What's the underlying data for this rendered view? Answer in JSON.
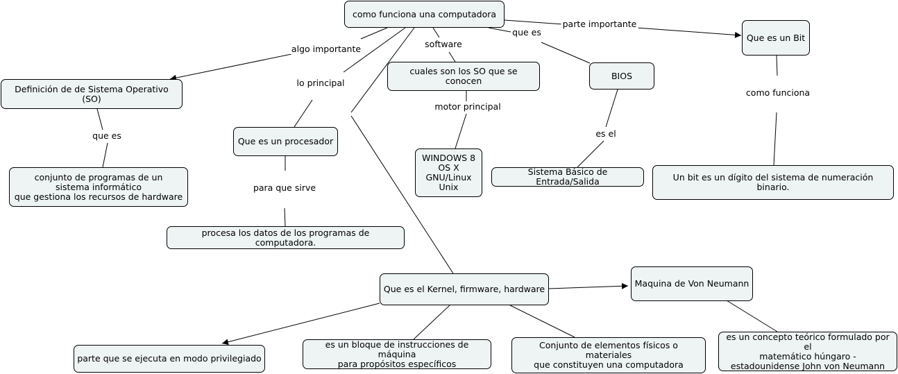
{
  "nodes": {
    "root": "como funciona una computadora",
    "bit": "Que es un Bit",
    "bios": "BIOS",
    "so_def": "Definición de de Sistema Operativo (SO)",
    "so_list": "cuales son los SO que se conocen",
    "so_meaning": "conjunto de programas de un\nsistema informático\nque gestiona los recursos de hardware",
    "processor": "Que es un procesador",
    "windows": "WINDOWS 8\nOS X\nGNU/Linux\nUnix",
    "sistema_basico": "Sistema Básico de Entrada/Salida",
    "bit_def": "Un bit es un dígito del sistema de numeración binario.",
    "procesa": "procesa los datos de los programas de computadora.",
    "kernel": "Que es el Kernel, firmware, hardware",
    "von_neumann": "Maquina de Von Neumann",
    "privilegiado": "parte que se ejecuta en modo privilegiado",
    "bloque": "es un bloque de instrucciones de máquina\npara propósitos específicos",
    "conjunto": "Conjunto de elementos físicos o materiales\nque constituyen una computadora",
    "concepto": "es un concepto teórico formulado por el\nmatemático húngaro -\nestadounidense John von Neumann"
  },
  "labels": {
    "algo_importante": "algo importante",
    "lo_principal": "lo principal",
    "software": "software",
    "que_es_bios": "que es",
    "parte_importante": "parte importante",
    "motor_principal": "motor principal",
    "que_es_so": "que es",
    "para_que_sirve": "para que sirve",
    "es_el": "es el",
    "como_funciona": "como funciona"
  }
}
